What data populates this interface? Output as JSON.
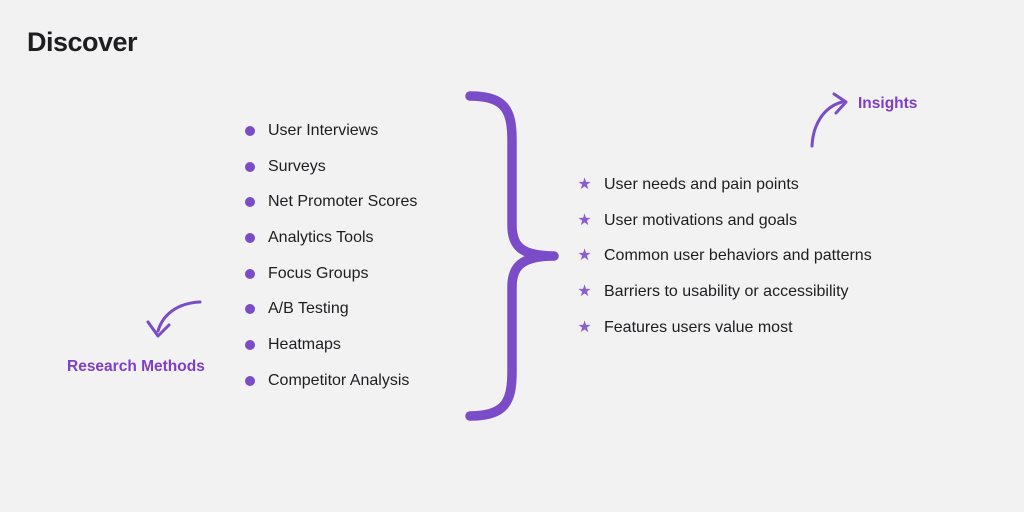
{
  "title": "Discover",
  "colors": {
    "background": "#f2f2f3",
    "text": "#1e1e21",
    "accent": "#7a4cc8",
    "label": "#7e3ec8",
    "star": "#8a5ed2"
  },
  "icons": {
    "star_glyph": "★"
  },
  "research_methods": {
    "label": "Research Methods",
    "items": [
      "User Interviews",
      "Surveys",
      "Net Promoter Scores",
      "Analytics Tools",
      "Focus Groups",
      "A/B Testing",
      "Heatmaps",
      "Competitor Analysis"
    ]
  },
  "insights": {
    "label": "Insights",
    "items": [
      "User needs and pain points",
      "User motivations and goals",
      "Common user behaviors and patterns",
      "Barriers to usability or accessibility",
      "Features users value most"
    ]
  }
}
